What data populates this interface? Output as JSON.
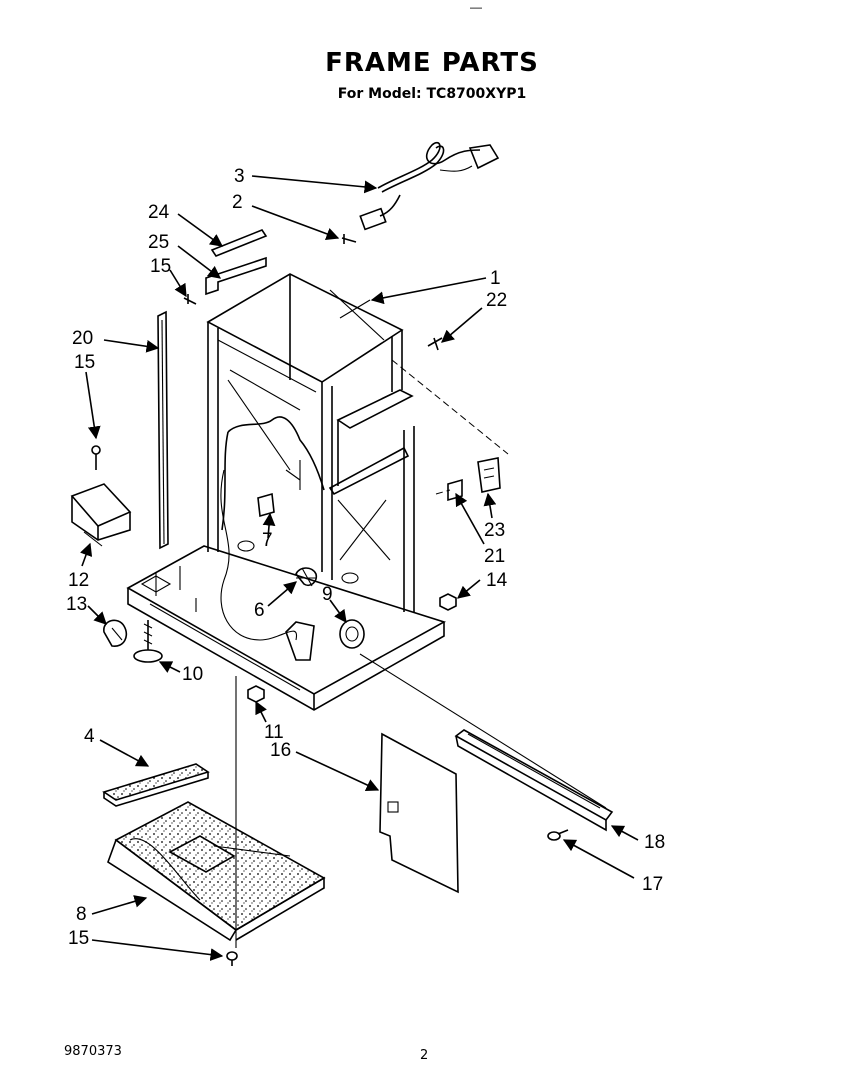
{
  "header": {
    "top_mark": "—",
    "title": "FRAME PARTS",
    "subtitle": "For Model: TC8700XYP1"
  },
  "callouts": [
    "1",
    "2",
    "3",
    "4",
    "6",
    "7",
    "8",
    "9",
    "10",
    "11",
    "12",
    "13",
    "14",
    "15",
    "16",
    "17",
    "18",
    "20",
    "21",
    "22",
    "23",
    "24",
    "25"
  ],
  "footer": {
    "part_number": "9870373",
    "page_number": "2"
  }
}
